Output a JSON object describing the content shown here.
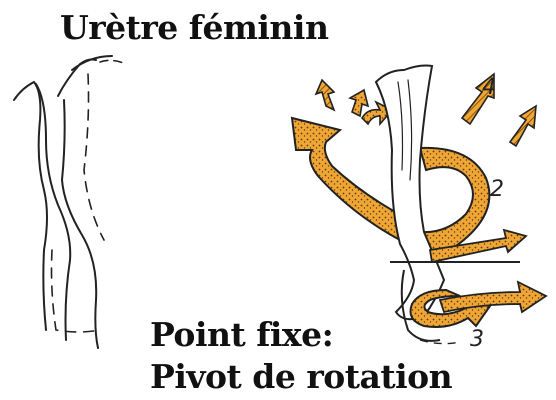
{
  "title": "Urètre féminin",
  "caption": {
    "line1": "Point fixe:",
    "line2": "Pivot de rotation"
  },
  "labels": {
    "n2": "2",
    "n3": "3",
    "n4": "4"
  },
  "colors": {
    "arrow_fill": "#f0a635",
    "outline": "#222222",
    "stipple": "#5a3a10"
  }
}
